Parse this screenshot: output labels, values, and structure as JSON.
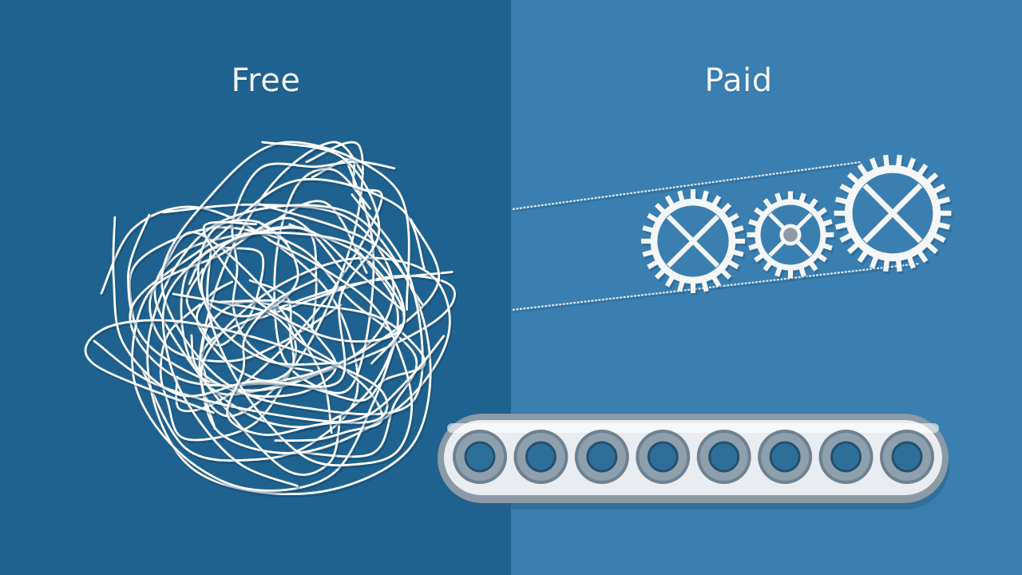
{
  "panels": {
    "left": {
      "heading": "Free",
      "illustration": "tangled-lines",
      "background": "#1f6290"
    },
    "right": {
      "heading": "Paid",
      "illustration": "gears-and-conveyor",
      "background": "#3a7fb0"
    }
  },
  "colors": {
    "line": "#ffffff",
    "gear": "#f4f6f8",
    "conveyor_frame": "#e9edf1",
    "conveyor_roller": "#2e6f99"
  },
  "counts": {
    "gears": 3,
    "rollers": 8
  }
}
